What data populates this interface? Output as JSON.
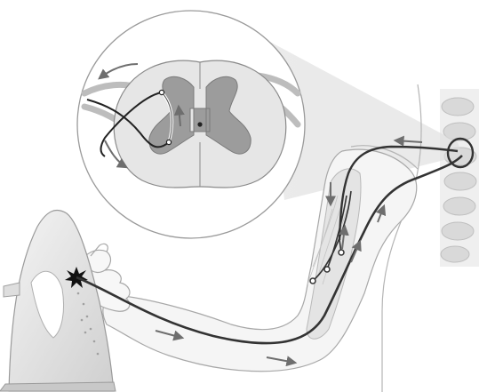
{
  "figure": {
    "kind": "reflex-arc illustration",
    "text_labels": []
  },
  "colors": {
    "outline": "#8a8a8a",
    "gray_matter": "#9c9c9c",
    "white_matter": "#e6e6e6",
    "nerve_path": "#333333",
    "arrow": "#6e6e6e",
    "pain_burst": "#111111",
    "spine": "#d9d9d9"
  },
  "icons": {
    "iron": "clothes-iron-icon",
    "pain_point": "pain-burst-icon",
    "spinal_cord": "spinal-cord-cross-section",
    "magnifier": "zoom-callout-circle"
  }
}
